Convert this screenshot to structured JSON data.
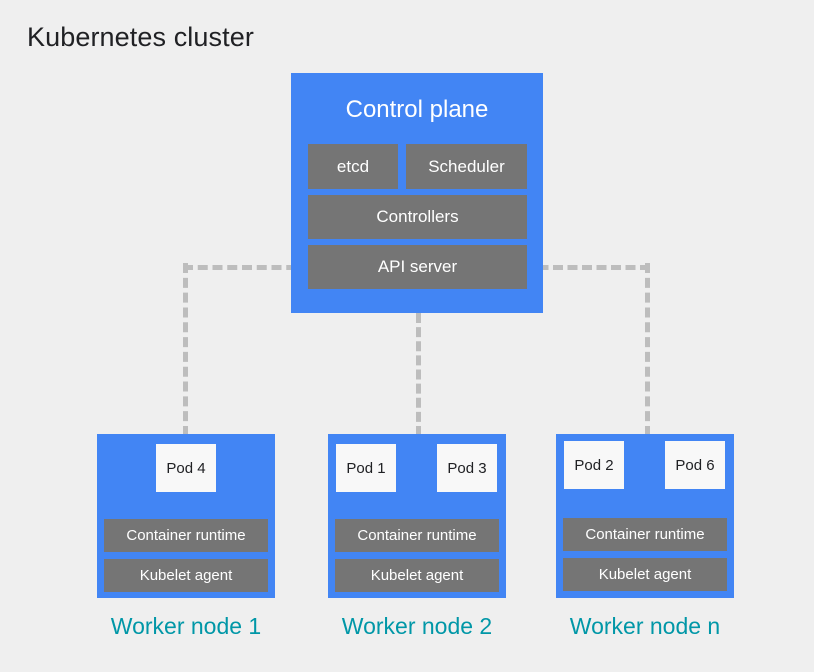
{
  "title": "Kubernetes cluster",
  "colors": {
    "background": "#efefef",
    "node_blue": "#4285f4",
    "component_gray": "#757575",
    "pod_white": "#f8f8f8",
    "label_teal": "#0097a7",
    "connector_gray": "#bdbdbd",
    "title_text": "#202124"
  },
  "control_plane": {
    "title": "Control plane",
    "components": [
      {
        "label": "etcd"
      },
      {
        "label": "Scheduler"
      },
      {
        "label": "Controllers"
      },
      {
        "label": "API server"
      }
    ]
  },
  "worker_nodes": [
    {
      "label": "Worker node 1",
      "pods": [
        {
          "label": "Pod 4"
        }
      ],
      "components": [
        {
          "label": "Container runtime"
        },
        {
          "label": "Kubelet agent"
        }
      ]
    },
    {
      "label": "Worker node 2",
      "pods": [
        {
          "label": "Pod 1"
        },
        {
          "label": "Pod 3"
        }
      ],
      "components": [
        {
          "label": "Container runtime"
        },
        {
          "label": "Kubelet agent"
        }
      ]
    },
    {
      "label": "Worker node n",
      "pods": [
        {
          "label": "Pod 2"
        },
        {
          "label": "Pod 6"
        }
      ],
      "components": [
        {
          "label": "Container runtime"
        },
        {
          "label": "Kubelet agent"
        }
      ]
    }
  ],
  "connectors": [
    {
      "name": "api-server-to-worker-node-1",
      "style": "dashed"
    },
    {
      "name": "api-server-to-worker-node-2",
      "style": "dashed"
    },
    {
      "name": "api-server-to-worker-node-n",
      "style": "dashed"
    }
  ]
}
